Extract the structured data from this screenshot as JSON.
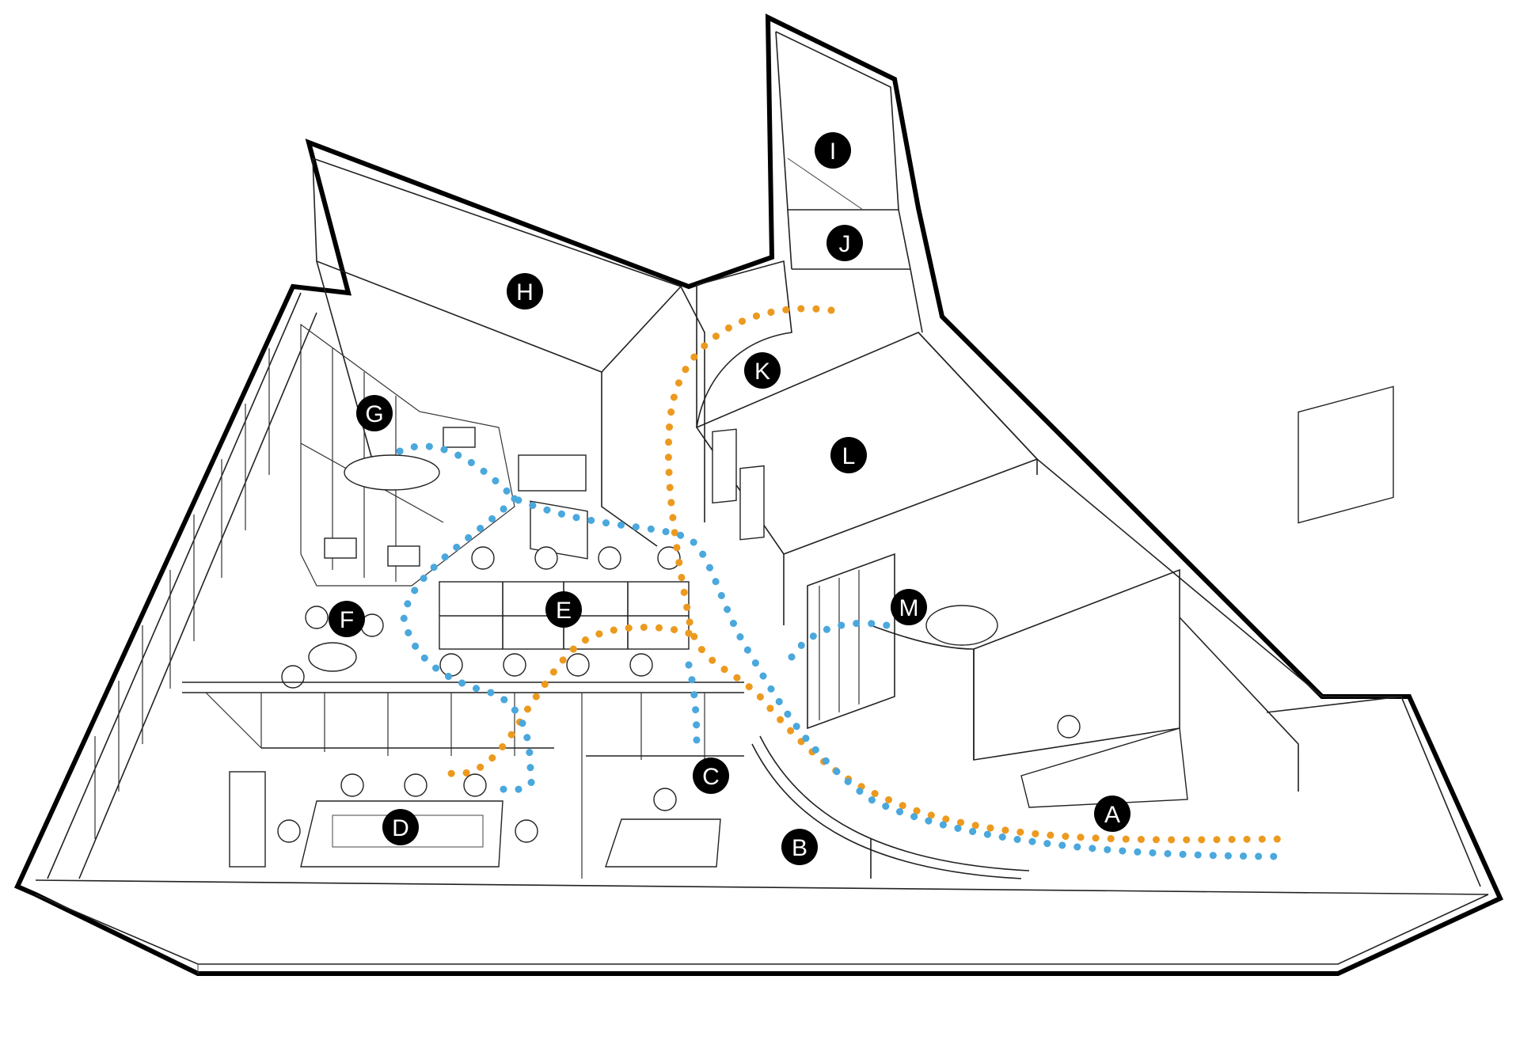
{
  "colors": {
    "orange_route": "#ec9a1f",
    "blue_route": "#4aa8dd",
    "marker_fill": "#000000",
    "marker_text": "#ffffff"
  },
  "markers": [
    {
      "id": "A",
      "text": "A"
    },
    {
      "id": "B",
      "text": "B"
    },
    {
      "id": "C",
      "text": "C"
    },
    {
      "id": "D",
      "text": "D"
    },
    {
      "id": "E",
      "text": "E"
    },
    {
      "id": "F",
      "text": "F"
    },
    {
      "id": "G",
      "text": "G"
    },
    {
      "id": "H",
      "text": "H"
    },
    {
      "id": "I",
      "text": "I"
    },
    {
      "id": "J",
      "text": "J"
    },
    {
      "id": "K",
      "text": "K"
    },
    {
      "id": "L",
      "text": "L"
    },
    {
      "id": "M",
      "text": "M"
    }
  ]
}
